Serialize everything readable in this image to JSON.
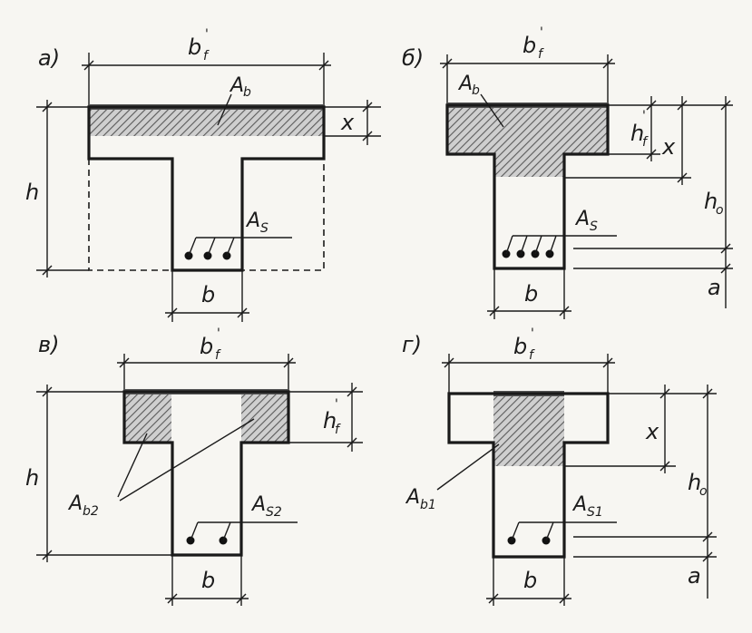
{
  "panels": [
    {
      "id": "a",
      "label": "а)",
      "labels": {
        "flange_width": "b",
        "flange_width_sub": "f",
        "flange_width_prime": "'",
        "compressed_area": "A",
        "compressed_area_sub": "b",
        "height": "h",
        "depth": "x",
        "steel_area": "A",
        "steel_area_sub": "S",
        "web_width": "b"
      }
    },
    {
      "id": "b",
      "label": "б)",
      "labels": {
        "flange_width": "b",
        "flange_width_sub": "f",
        "flange_width_prime": "'",
        "compressed_area": "A",
        "compressed_area_sub": "b",
        "flange_height": "h",
        "flange_height_sub": "f",
        "flange_height_prime": "'",
        "depth": "x",
        "effective_depth": "h",
        "effective_depth_sub": "o",
        "steel_area": "A",
        "steel_area_sub": "S",
        "cover": "a",
        "web_width": "b"
      }
    },
    {
      "id": "v",
      "label": "в)",
      "labels": {
        "flange_width": "b",
        "flange_width_sub": "f",
        "flange_width_prime": "'",
        "flange_height": "h",
        "flange_height_sub": "f",
        "flange_height_prime": "'",
        "height": "h",
        "overhang_area": "A",
        "overhang_area_sub": "b2",
        "steel_area": "A",
        "steel_area_sub": "S2",
        "web_width": "b"
      }
    },
    {
      "id": "g",
      "label": "г)",
      "labels": {
        "flange_width": "b",
        "flange_width_sub": "f",
        "flange_width_prime": "'",
        "depth": "x",
        "effective_depth": "h",
        "effective_depth_sub": "o",
        "web_area": "A",
        "web_area_sub": "b1",
        "steel_area": "A",
        "steel_area_sub": "S1",
        "cover": "a",
        "web_width": "b"
      }
    }
  ],
  "colors": {
    "line": "#1a1a1a",
    "hatch": "#555555",
    "paper": "#f7f6f2"
  }
}
